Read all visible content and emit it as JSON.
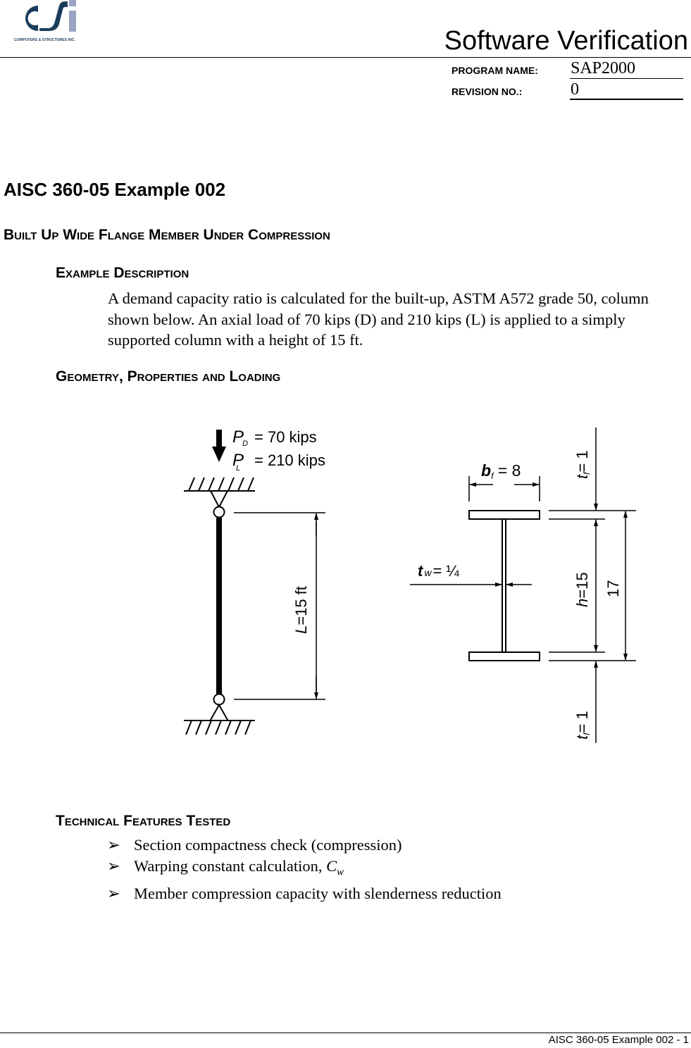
{
  "header": {
    "logo_text": "CSi",
    "logo_tagline": "COMPUTERS & STRUCTURES INC.",
    "logo_colors": {
      "cs": "#1b3d5c",
      "i": "#9aa5c4"
    },
    "title": "Software Verification",
    "program_name_label": "PROGRAM NAME:",
    "program_name_value": "SAP2000",
    "revision_label": "REVISION NO.:",
    "revision_value": "0"
  },
  "page": {
    "title": "AISC 360-05 Example 002",
    "subtitle": "Built Up Wide Flange Member Under Compression"
  },
  "sections": {
    "description": {
      "heading": "Example Description",
      "body": "A demand capacity ratio is calculated for the built-up, ASTM A572 grade 50, column shown below. An axial load of 70 kips (D) and 210 kips (L) is applied to a simply supported column with a height of 15 ft."
    },
    "geometry": {
      "heading": "Geometry, Properties and Loading"
    },
    "features": {
      "heading": "Technical Features Tested",
      "bullet_icon": "arrowhead-bullet",
      "items": [
        "Section compactness check (compression)",
        "Warping constant calculation, ",
        "Member compression capacity with slenderness reduction"
      ],
      "item2_symbol": "C",
      "item2_subscript": "w"
    }
  },
  "diagram": {
    "load_dead_symbol": "P",
    "load_dead_sub": "D",
    "load_dead_value": "= 70 kips",
    "load_live_symbol": "P",
    "load_live_sub": "L",
    "load_live_value": "= 210 kips",
    "length_label_sym": "L",
    "length_label_val": "=15 ft",
    "flange_width_sym": "b",
    "flange_width_sub": "f",
    "flange_width_val": " = 8",
    "web_thickness_sym": "t",
    "web_thickness_sub": "w",
    "web_thickness_val": "= ¼",
    "flange_thick_top_sym": "t",
    "flange_thick_top_sub": "f",
    "flange_thick_top_val": "= 1",
    "web_height_sym": "h",
    "web_height_val": "=15",
    "total_depth": "17",
    "flange_thick_bot_sym": "t",
    "flange_thick_bot_sub": "f",
    "flange_thick_bot_val": "= 1"
  },
  "footer": {
    "page_label": "AISC 360-05 Example 002 - 1"
  }
}
